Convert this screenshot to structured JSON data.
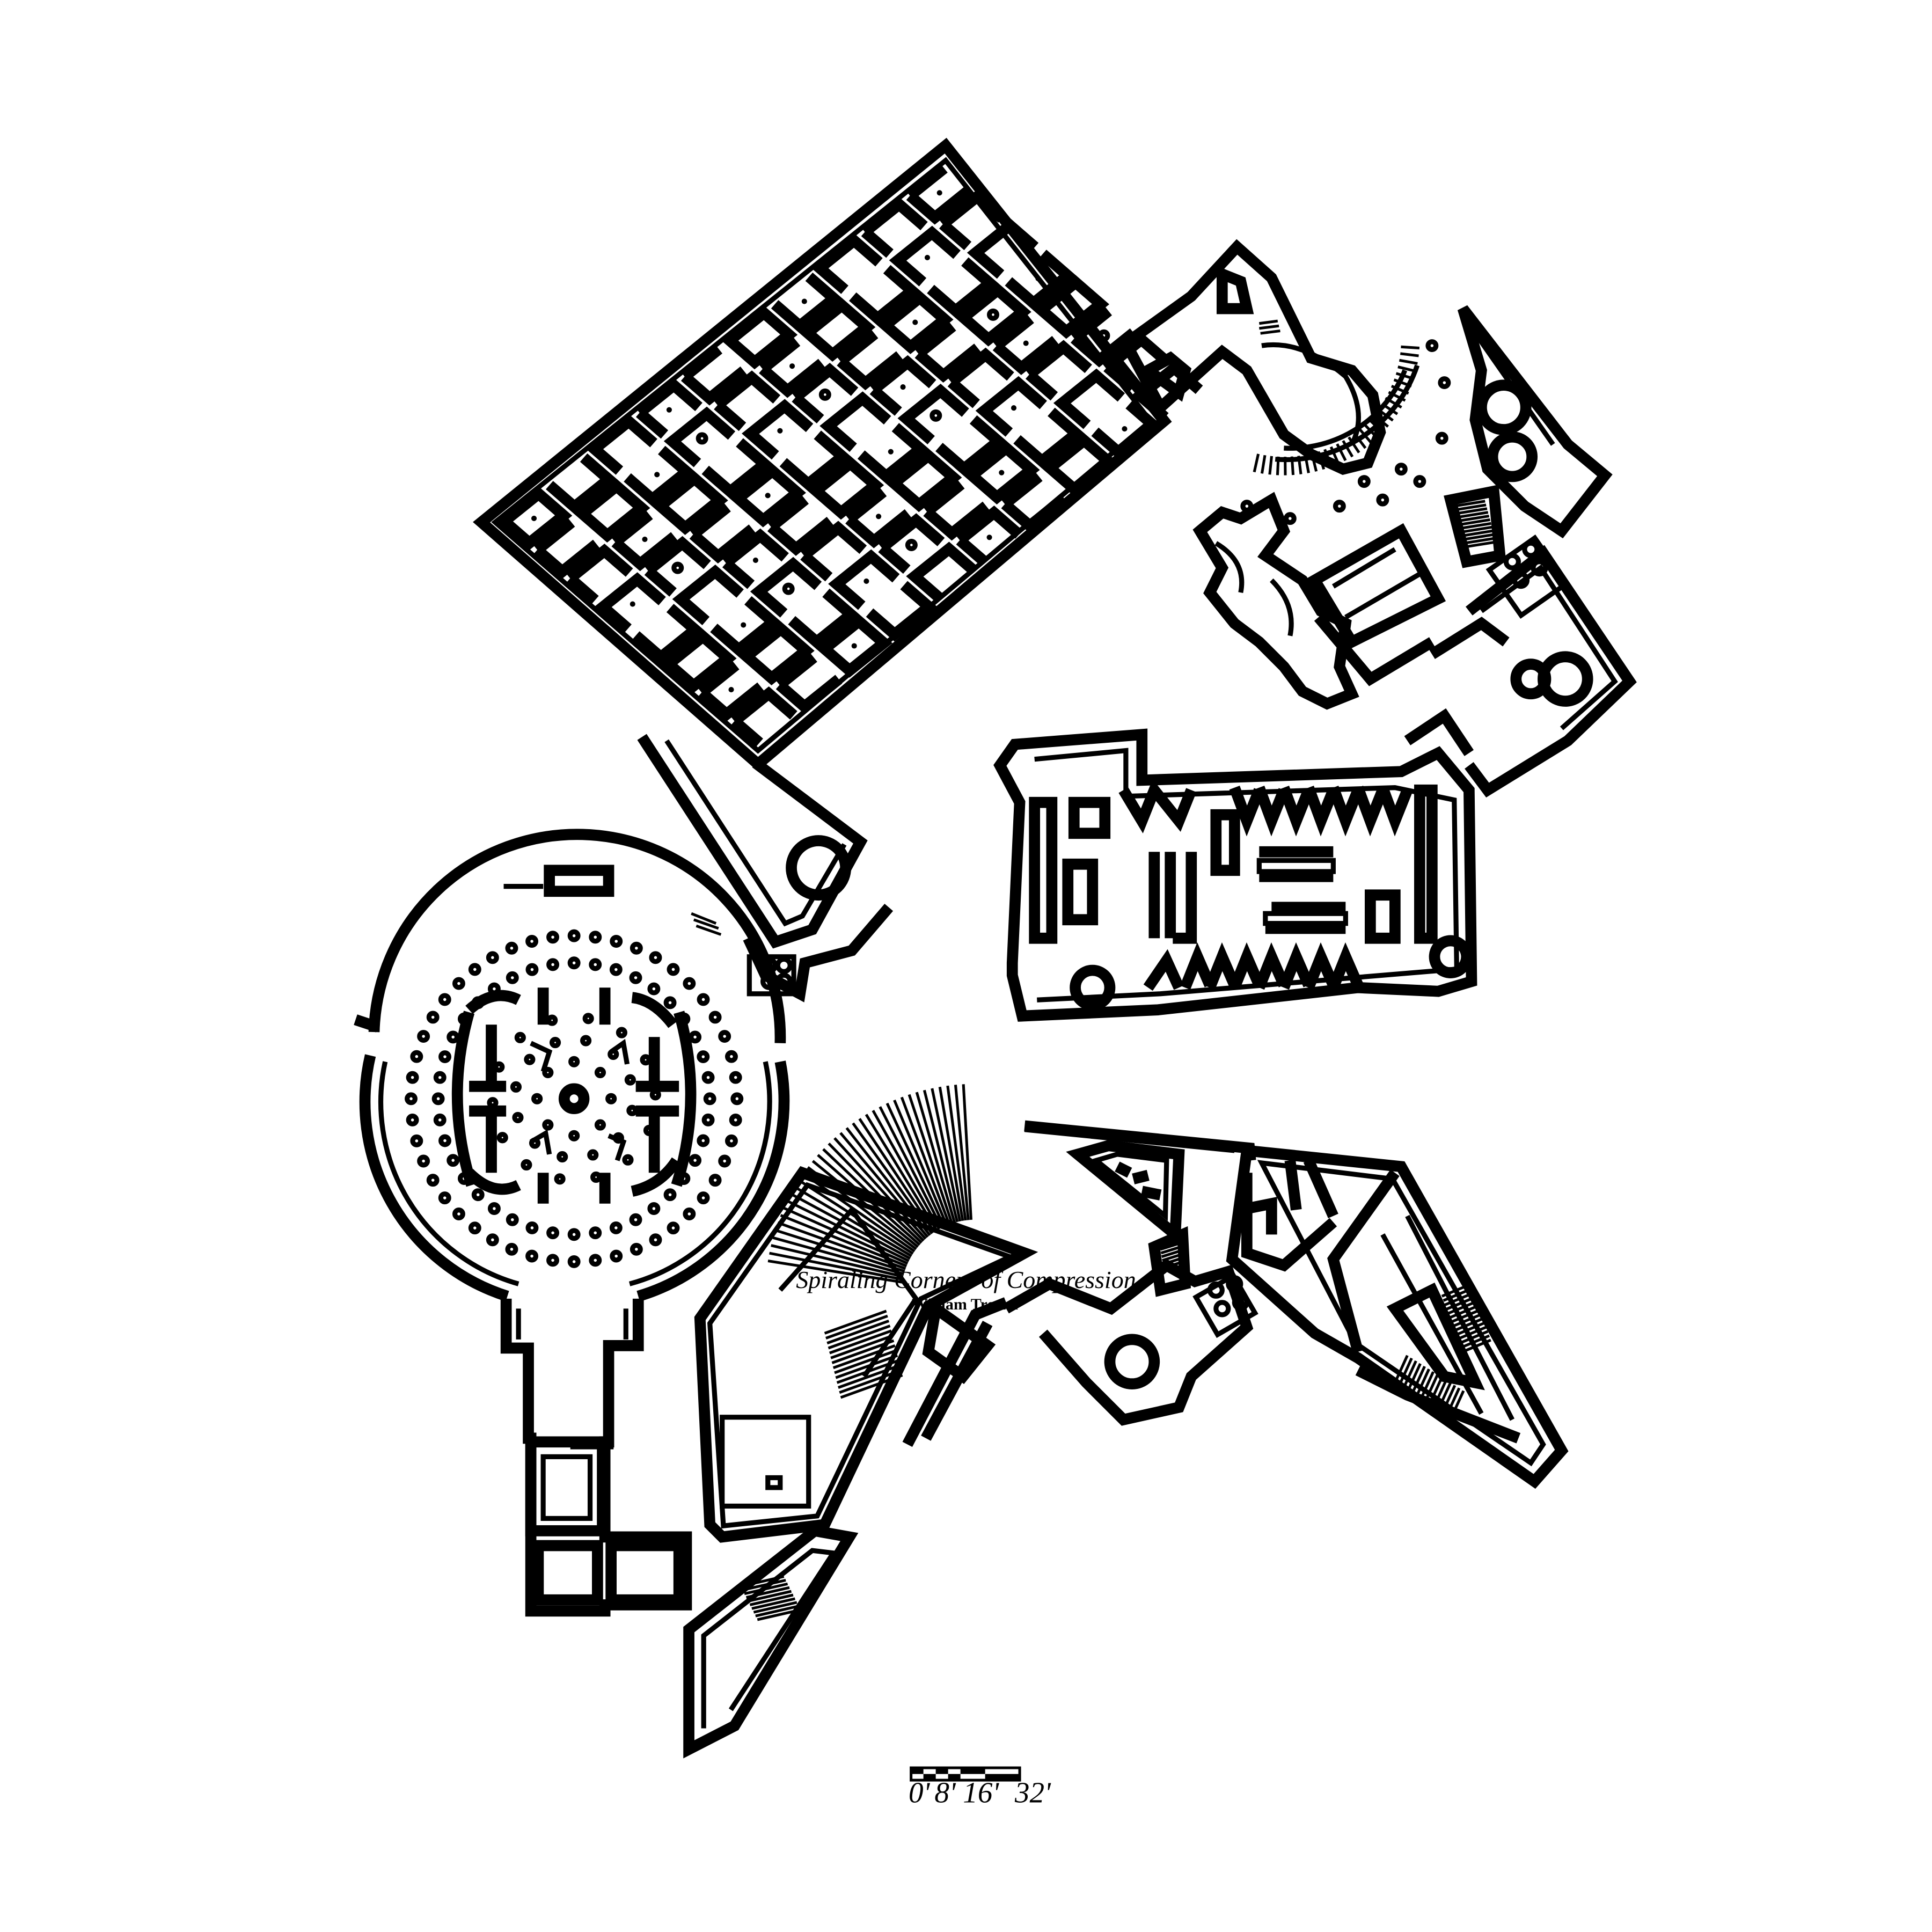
{
  "drawing": {
    "title": "Spiraling Corners of Compression",
    "author": "William Trotter"
  },
  "scale_bar": {
    "labels": [
      "0'",
      "8'",
      "16'",
      "32'"
    ]
  }
}
